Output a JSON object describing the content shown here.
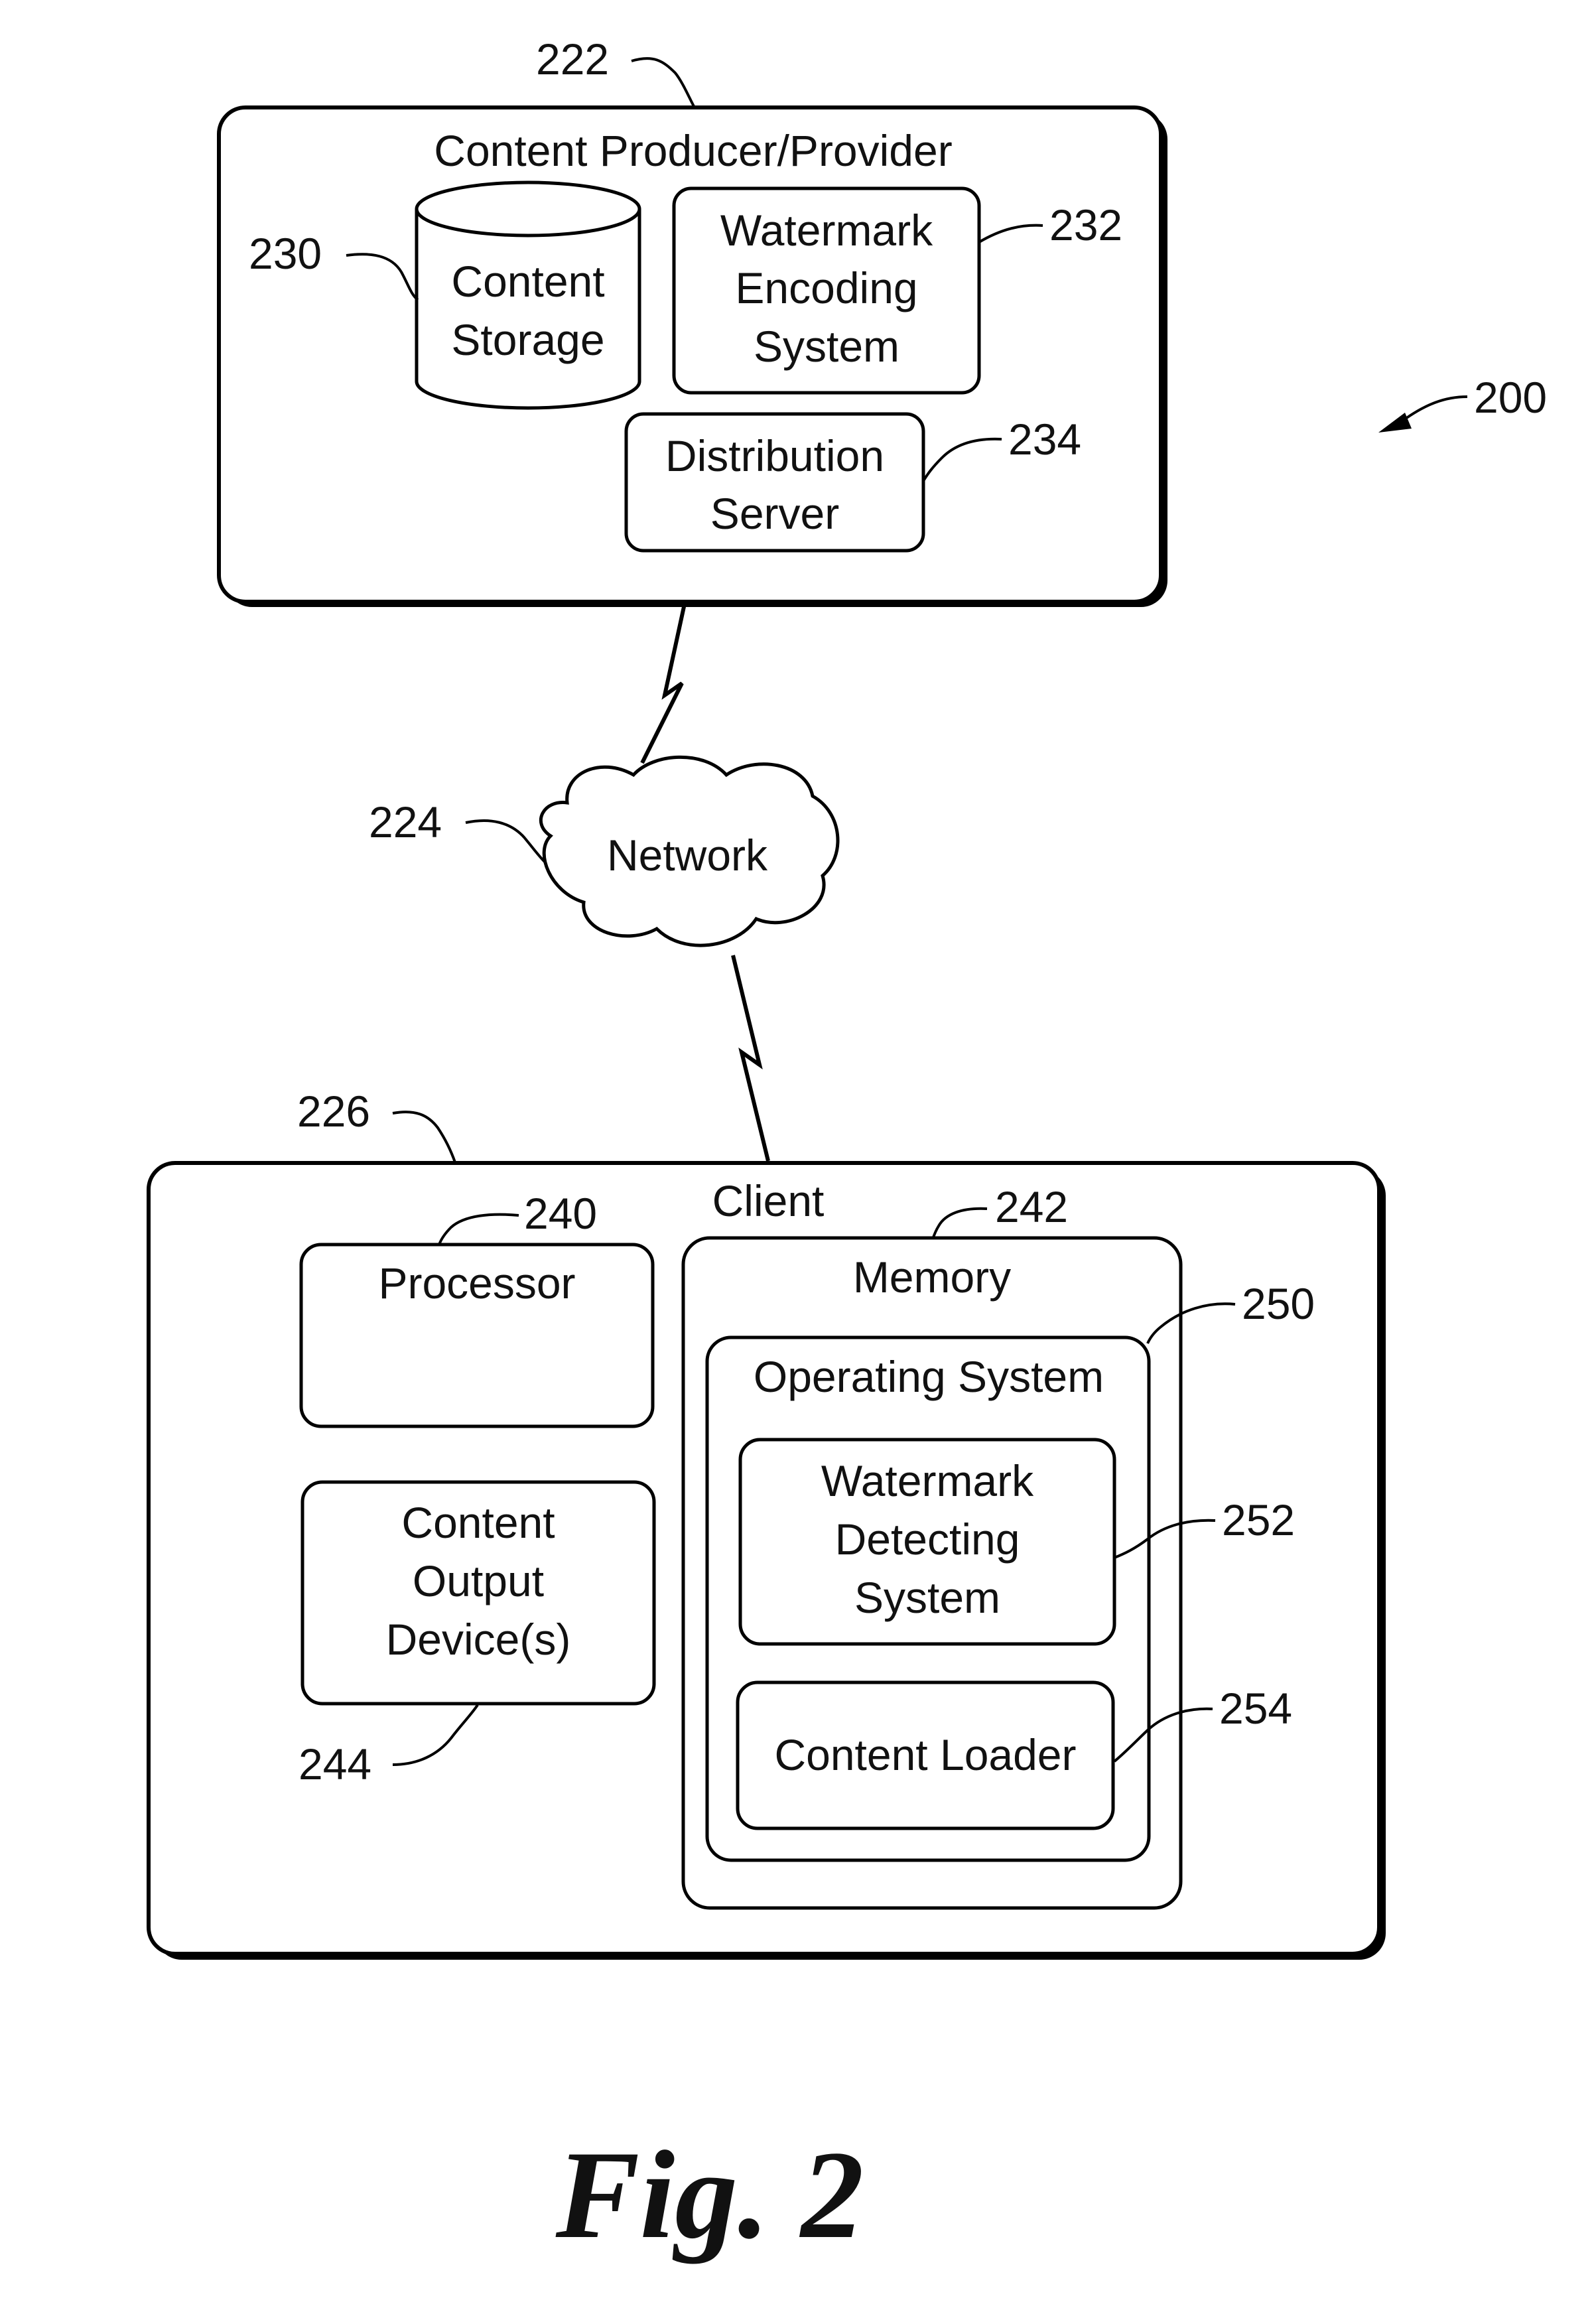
{
  "figure": {
    "caption": "Fig. 2",
    "ref_overall": "200"
  },
  "provider": {
    "ref": "222",
    "title": "Content Producer/Provider",
    "storage": {
      "ref": "230",
      "line1": "Content",
      "line2": "Storage"
    },
    "encoder": {
      "ref": "232",
      "line1": "Watermark",
      "line2": "Encoding",
      "line3": "System"
    },
    "server": {
      "ref": "234",
      "line1": "Distribution",
      "line2": "Server"
    }
  },
  "network": {
    "ref": "224",
    "label": "Network"
  },
  "client": {
    "ref": "226",
    "title": "Client",
    "processor": {
      "ref": "240",
      "label": "Processor"
    },
    "output": {
      "ref": "244",
      "line1": "Content",
      "line2": "Output",
      "line3": "Device(s)"
    },
    "memory": {
      "ref": "242",
      "label": "Memory",
      "os": {
        "ref": "250",
        "label": "Operating System",
        "detector": {
          "ref": "252",
          "line1": "Watermark",
          "line2": "Detecting",
          "line3": "System"
        },
        "loader": {
          "ref": "254",
          "label": "Content Loader"
        }
      }
    }
  }
}
